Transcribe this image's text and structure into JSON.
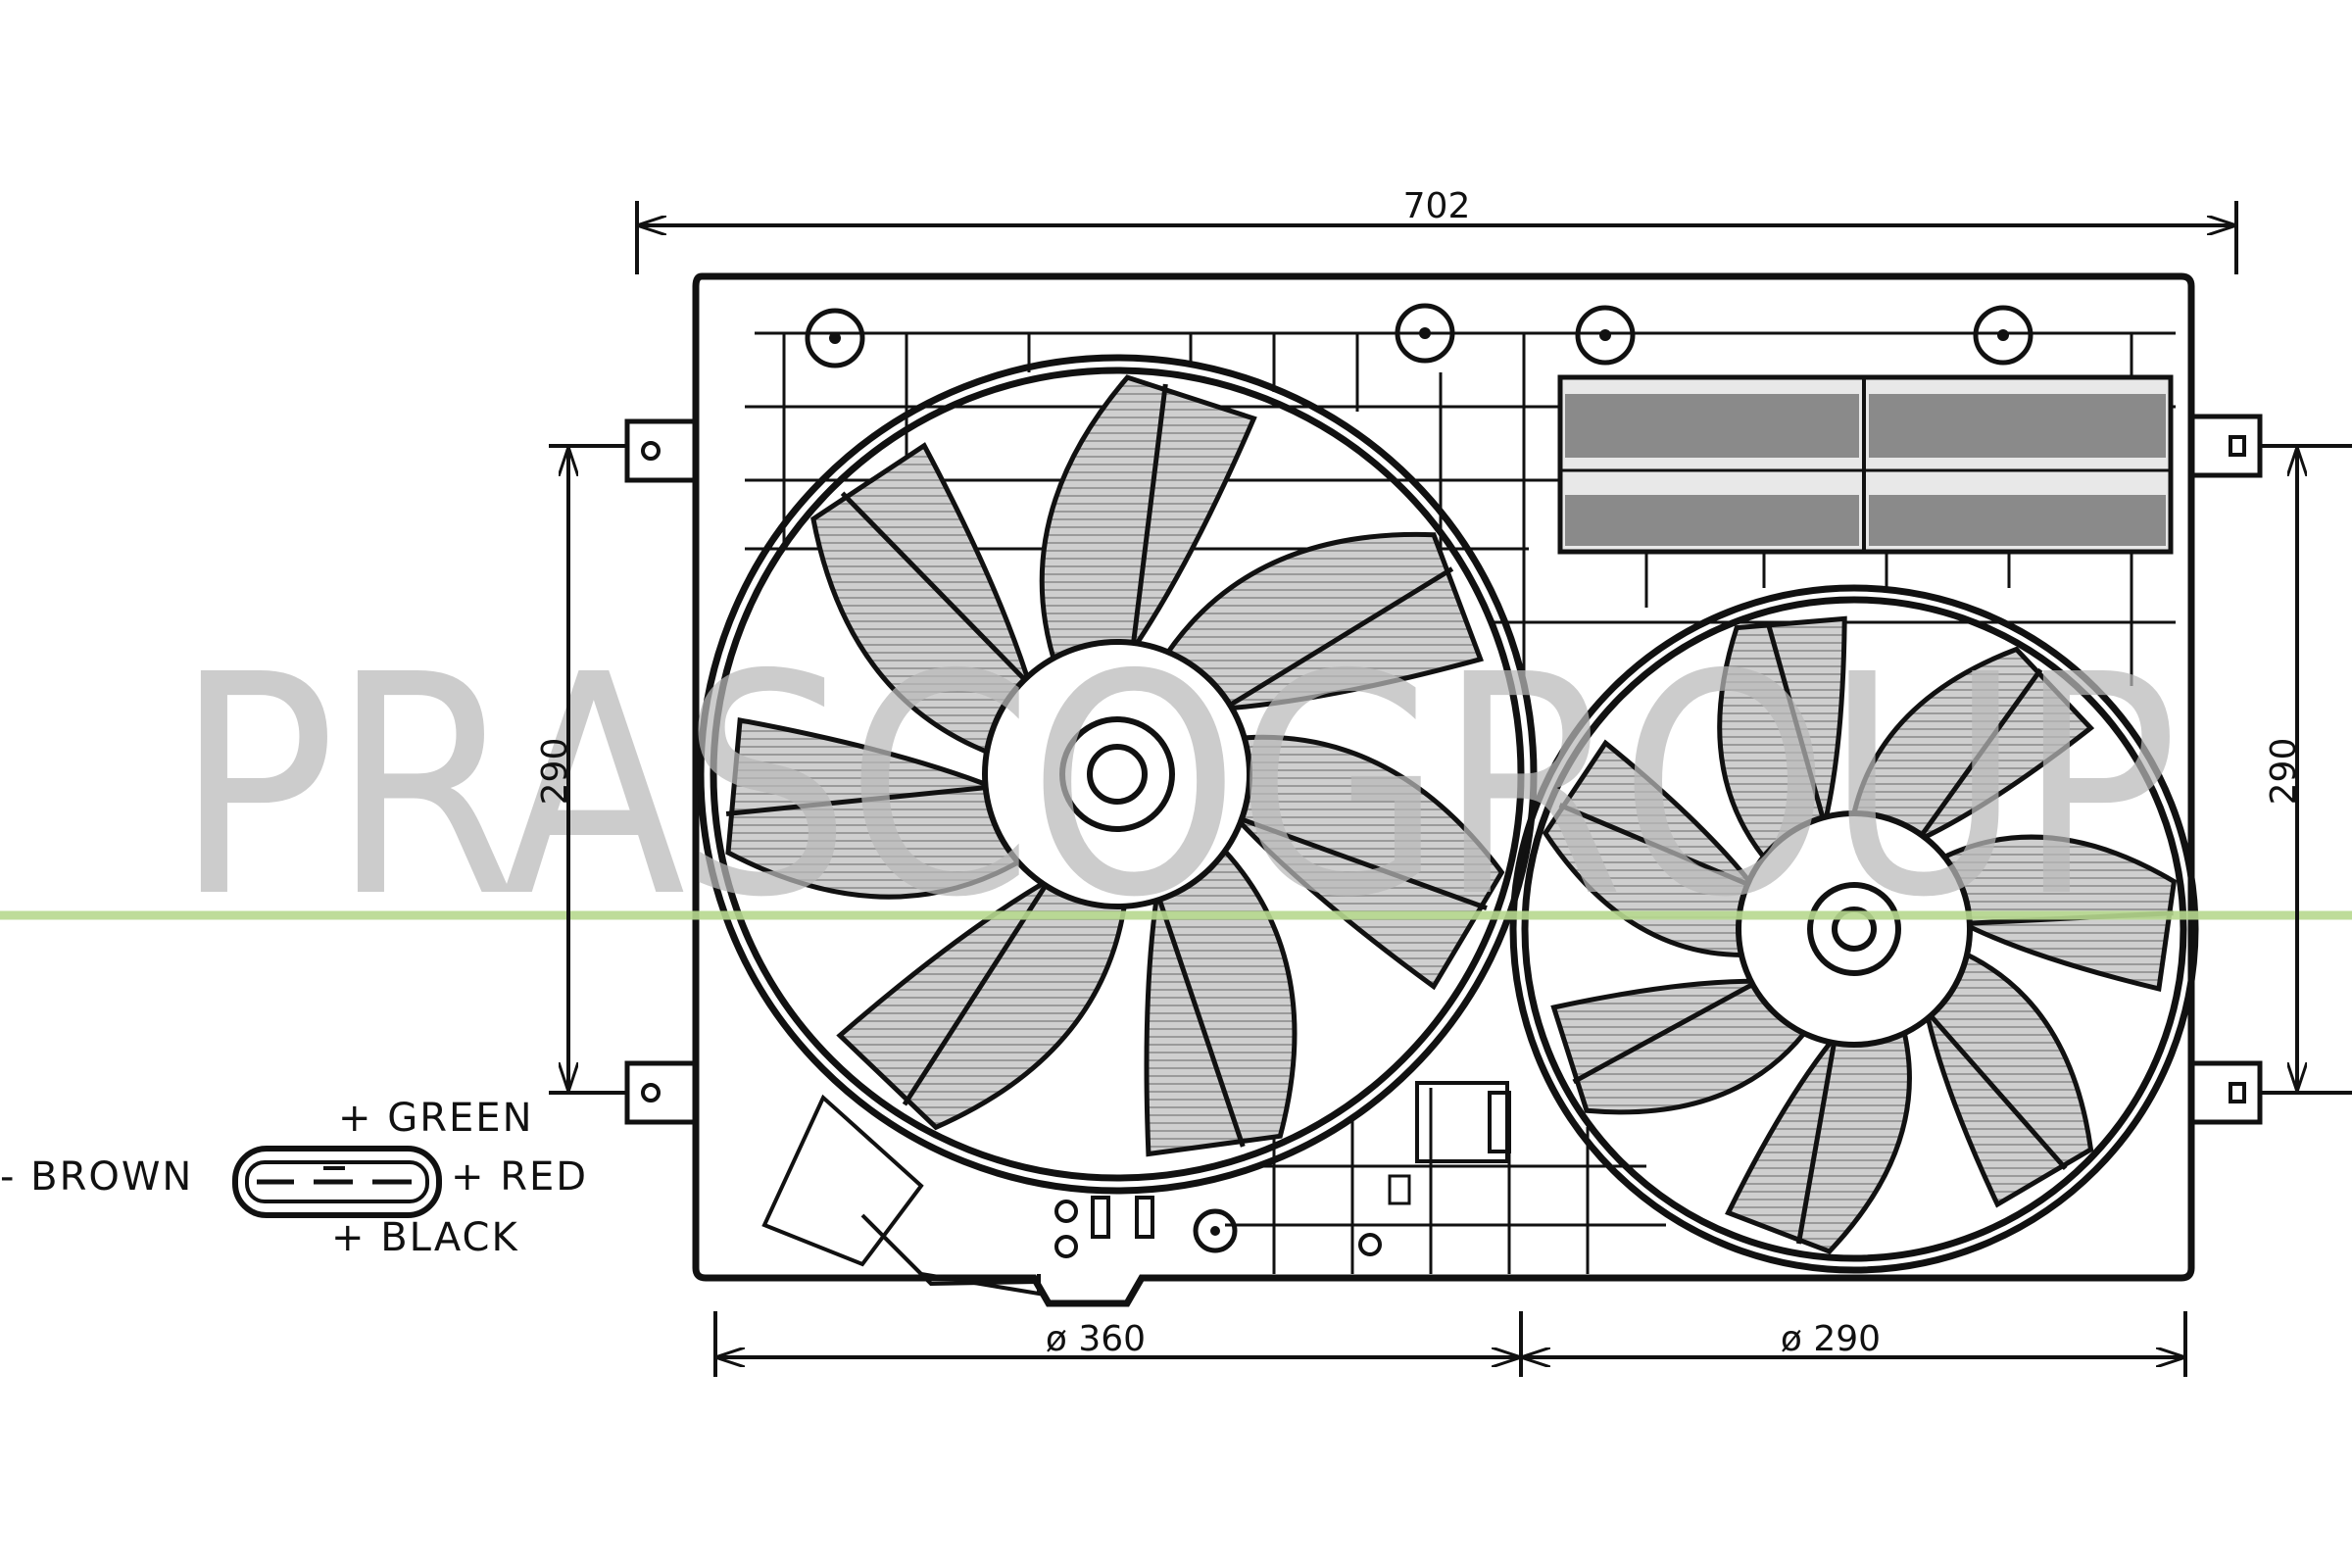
{
  "dimensions": {
    "overall_width": "702",
    "height_left": "290",
    "height_right": "290",
    "fan_left_diameter": "ø 360",
    "fan_right_diameter": "ø 290"
  },
  "connector": {
    "green": "+ GREEN",
    "brown": "- BROWN",
    "red": "+ RED",
    "black": "+ BLACK"
  },
  "watermark": {
    "logo_text": "PRASCOGROUP",
    "color": "#b9b9b9"
  },
  "colors": {
    "line": "#111111",
    "blade_fill": "#c8c8c8",
    "motor_block_fill": "#8a8a8a",
    "guide_line": "#b7d98f"
  }
}
